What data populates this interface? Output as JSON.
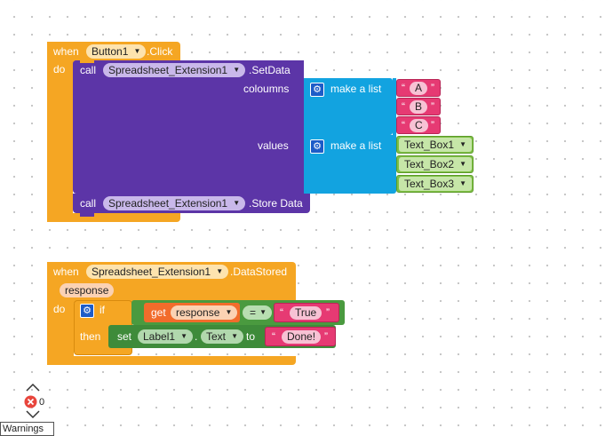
{
  "block1": {
    "when": "when",
    "component": "Button1",
    "event": ".Click",
    "do": "do",
    "call1": {
      "call": "call",
      "component": "Spreadsheet_Extension1",
      "method": ".SetData",
      "param_columns": "coloumns",
      "param_values": "values"
    },
    "columns_list": {
      "label": "make a list",
      "items": [
        "A",
        "B",
        "C"
      ]
    },
    "values_list": {
      "label": "make a list",
      "items": [
        "Text_Box1",
        "Text_Box2",
        "Text_Box3"
      ]
    },
    "call2": {
      "call": "call",
      "component": "Spreadsheet_Extension1",
      "method": ".Store Data"
    }
  },
  "block2": {
    "when": "when",
    "component": "Spreadsheet_Extension1",
    "event": ".DataStored",
    "param": "response",
    "do": "do",
    "if": "if",
    "then": "then",
    "get": "get",
    "get_var": "response",
    "op": "=",
    "compare_value": "True",
    "set": "set",
    "set_component": "Label1",
    "dot": ".",
    "set_prop": "Text",
    "to": "to",
    "set_value": "Done!"
  },
  "warnings": {
    "count": "0",
    "label": "Warnings"
  },
  "colors": {
    "event": "#f5a623",
    "procedure": "#5c35a7",
    "list": "#12a3e0",
    "text": "#e63a73",
    "textbox": "#7ec044",
    "control": "#f5a623",
    "logic": "#4a9a3f",
    "variable": "#f26c2b",
    "setter": "#3e8b3a"
  }
}
